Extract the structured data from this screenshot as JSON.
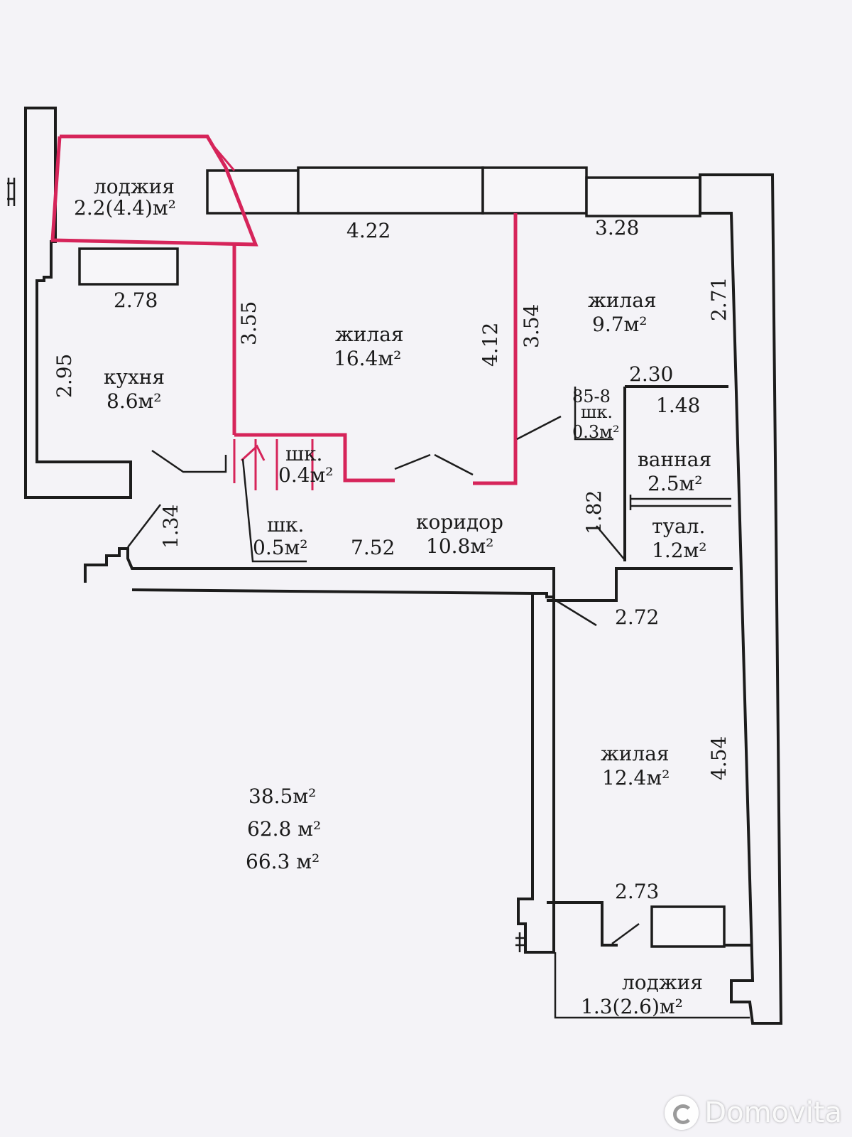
{
  "rooms": {
    "loggia_top": {
      "name": "лоджия",
      "area": "2.2(4.4)м²"
    },
    "kitchen": {
      "name": "кухня",
      "area": "8.6м²"
    },
    "living_main": {
      "name": "жилая",
      "area": "16.4м²"
    },
    "living_right": {
      "name": "жилая",
      "area": "9.7м²"
    },
    "closet_a": {
      "name": "шк.",
      "area": "0.4м²"
    },
    "closet_b": {
      "name": "шк.",
      "area": "0.5м²"
    },
    "closet_c": {
      "name": "шк.",
      "area": "0.3м²",
      "code": "85-8"
    },
    "bathroom": {
      "name": "ванная",
      "area": "2.5м²"
    },
    "toilet": {
      "name": "туал.",
      "area": "1.2м²"
    },
    "corridor": {
      "name": "коридор",
      "area": "10.8м²"
    },
    "living_bottom": {
      "name": "жилая",
      "area": "12.4м²"
    },
    "loggia_bottom": {
      "name": "лоджия",
      "area": "1.3(2.6)м²"
    }
  },
  "dimensions": {
    "d422": "4.22",
    "d328": "3.28",
    "d278": "2.78",
    "d355": "3.55",
    "d412": "4.12",
    "d354": "3.54",
    "d271": "2.71",
    "d295": "2.95",
    "d230": "2.30",
    "d148": "1.48",
    "d182": "1.82",
    "d134": "1.34",
    "d752": "7.52",
    "d272": "2.72",
    "d454": "4.54",
    "d273": "2.73"
  },
  "totals": {
    "living": "38.5м²",
    "general": "62.8 м²",
    "total": "66.3 м²"
  },
  "watermark": {
    "brand": "Domovita",
    "icon": "domovita-logo-icon"
  },
  "colors": {
    "wall": "#1c1c1c",
    "highlight": "#d6245a",
    "paper": "#f4f3f7"
  }
}
